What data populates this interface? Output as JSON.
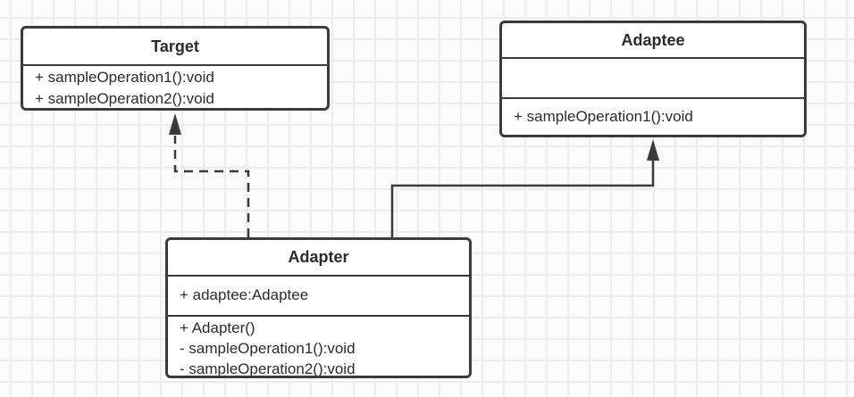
{
  "diagram": {
    "kind": "uml-class-diagram",
    "pattern": "Adapter",
    "classes": {
      "target": {
        "name": "Target",
        "methods": [
          "+ sampleOperation1():void",
          "+ sampleOperation2():void"
        ]
      },
      "adaptee": {
        "name": "Adaptee",
        "attributes": [],
        "methods": [
          "+ sampleOperation1():void"
        ]
      },
      "adapter": {
        "name": "Adapter",
        "attributes": [
          "+ adaptee:Adaptee"
        ],
        "methods": [
          "+ Adapter()",
          "- sampleOperation1():void",
          "- sampleOperation2():void"
        ]
      }
    },
    "connectors": [
      {
        "name": "adapter-to-target",
        "from": "Adapter",
        "to": "Target",
        "line": "dashed",
        "arrow": "filled-triangle"
      },
      {
        "name": "adapter-to-adaptee",
        "from": "Adapter",
        "to": "Adaptee",
        "line": "solid",
        "arrow": "filled-triangle"
      }
    ],
    "colors": {
      "stroke": "#3a3a3a",
      "box_border": "#3b3b3b",
      "box_fill": "#ffffff",
      "text": "#2b2b2b",
      "grid_line": "#ececec",
      "background": "#fbfbfb"
    }
  }
}
